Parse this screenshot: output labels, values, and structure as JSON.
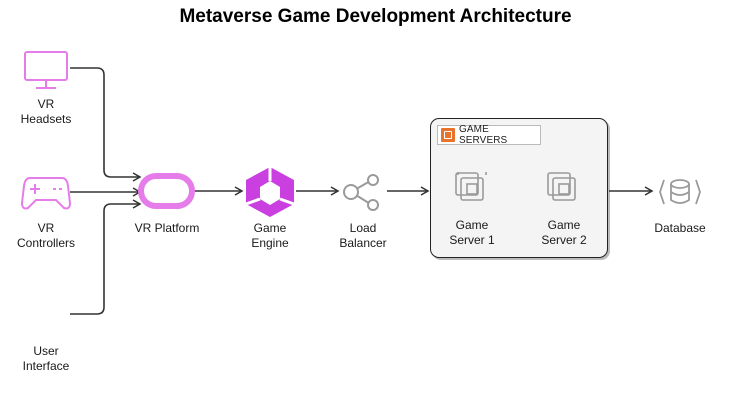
{
  "title": "Metaverse Game Development Architecture",
  "nodes": {
    "vr_headsets": "VR\nHeadsets",
    "vr_controllers": "VR\nControllers",
    "user_interface": "User\nInterface",
    "vr_platform": "VR Platform",
    "game_engine": "Game\nEngine",
    "load_balancer": "Load\nBalancer",
    "game_server_1": "Game\nServer 1",
    "game_server_2": "Game\nServer 2",
    "database": "Database"
  },
  "group": {
    "label": "GAME SERVERS"
  },
  "colors": {
    "client_icon": "#e67ce9",
    "engine_icon": "#c93fe0",
    "gray_icon": "#9a9a9a",
    "group_tag": "#e8742b",
    "edge": "#333333"
  }
}
